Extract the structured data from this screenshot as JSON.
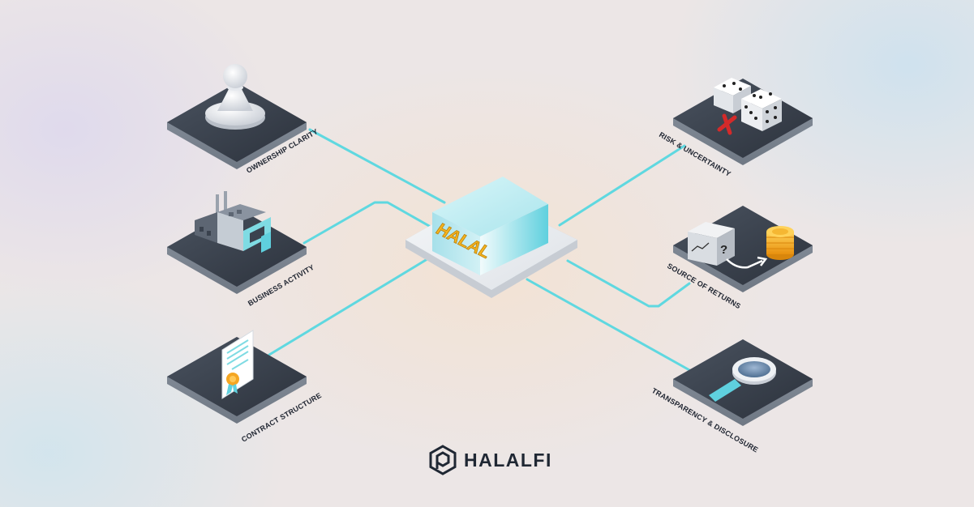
{
  "center": {
    "label": "HALAL"
  },
  "nodes": [
    {
      "id": "ownership",
      "label": "OWNERSHIP CLARITY",
      "icon": "pawn-icon"
    },
    {
      "id": "business",
      "label": "BUSINESS ACTIVITY",
      "icon": "factory-icon"
    },
    {
      "id": "contract",
      "label": "CONTRACT STRUCTURE",
      "icon": "certificate-icon"
    },
    {
      "id": "risk",
      "label": "RISK & UNCERTAINTY",
      "icon": "dice-icon"
    },
    {
      "id": "returns",
      "label": "SOURCE OF RETURNS",
      "icon": "coins-icon"
    },
    {
      "id": "transparency",
      "label": "TRANSPARENCY & DISCLOSURE",
      "icon": "magnifier-icon"
    }
  ],
  "brand": {
    "name": "HALALFI"
  },
  "colors": {
    "connector": "#5fd8e0",
    "tile_top": "#3d4552",
    "center_cube": "#aee8f0",
    "halal_text": "#f6b31e",
    "cross": "#d42a2a",
    "coins": "#f5a623"
  }
}
